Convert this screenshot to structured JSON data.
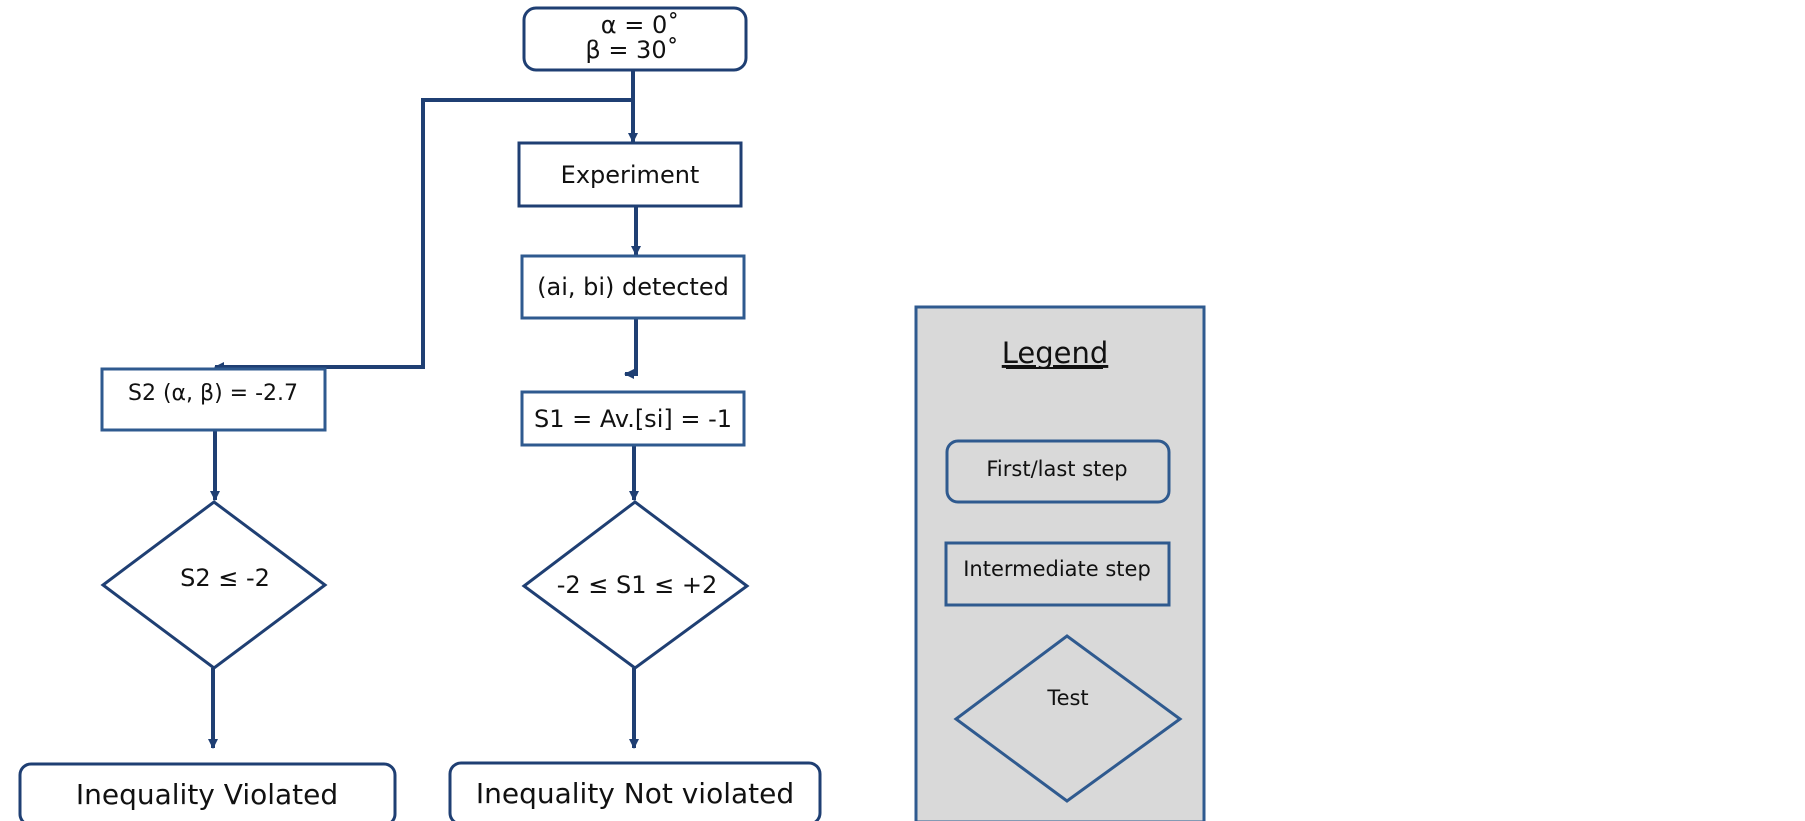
{
  "colors": {
    "main_stroke": "#1f3f73",
    "legend_stroke": "#2f5a8f",
    "legend_fill": "#d9d9d9",
    "text": "#111111"
  },
  "nodes": {
    "start_alpha": "α = 0˚",
    "start_beta": "β = 30˚",
    "experiment": "Experiment",
    "detected": "(ai, bi) detected",
    "s1": "S1 = Av.[si] = -1",
    "s2": "S2 (α, β) = -2.7",
    "test_s2": "S2 ≤ -2",
    "test_s1": "-2 ≤ S1 ≤ +2",
    "violated": "Inequality Violated",
    "not_violated": "Inequality Not violated"
  },
  "legend": {
    "title": "Legend",
    "first_last": "First/last step",
    "intermediate": "Intermediate step",
    "test": "Test"
  }
}
